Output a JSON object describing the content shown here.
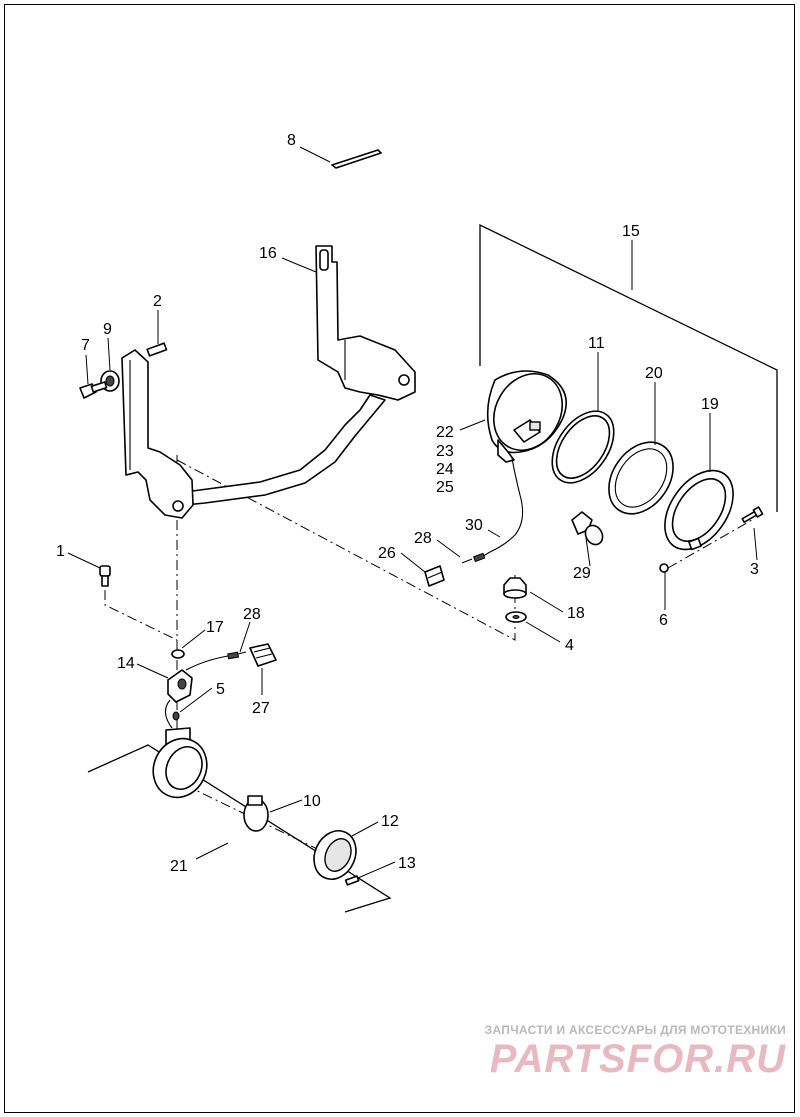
{
  "callouts": {
    "c1": "1",
    "c2": "2",
    "c3": "3",
    "c4": "4",
    "c5": "5",
    "c6": "6",
    "c7": "7",
    "c8": "8",
    "c9": "9",
    "c10": "10",
    "c11": "11",
    "c12": "12",
    "c13": "13",
    "c14": "14",
    "c15": "15",
    "c16": "16",
    "c17": "17",
    "c18": "18",
    "c19": "19",
    "c20": "20",
    "c21": "21",
    "c22": "22",
    "c23": "23",
    "c24": "24",
    "c25": "25",
    "c26": "26",
    "c27": "27",
    "c28a": "28",
    "c28b": "28",
    "c29": "29",
    "c30": "30"
  },
  "watermark": {
    "tagline": "ЗАПЧАСТИ И АКСЕССУАРЫ ДЛЯ МОТОТЕХНИКИ",
    "logo": "PARTSFOR.RU"
  },
  "colors": {
    "line": "#000000",
    "watermark_text": "#b9b9b9",
    "watermark_logo": "#e8b9c0"
  }
}
